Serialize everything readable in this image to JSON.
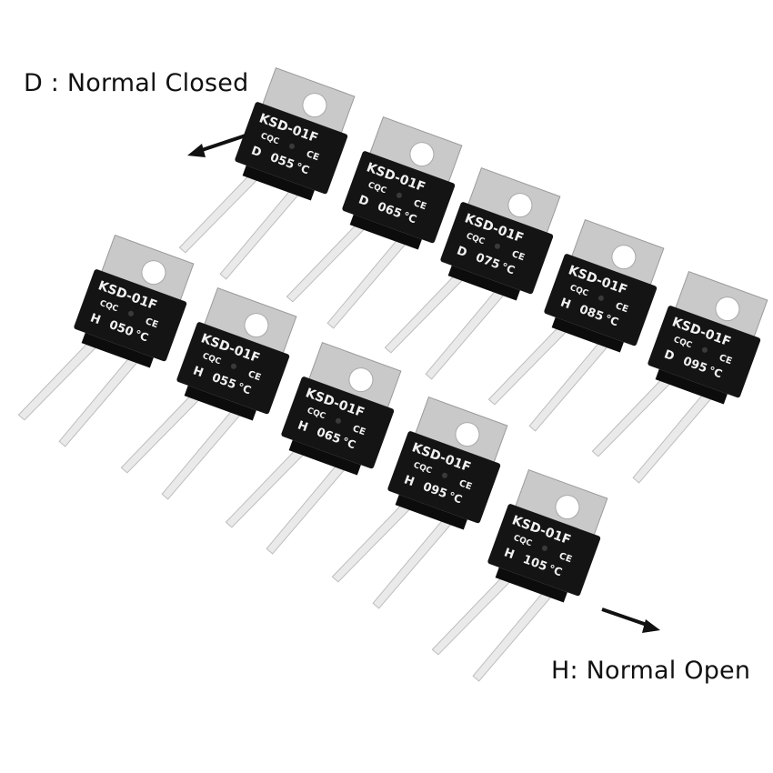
{
  "captions": {
    "normal_closed": "D : Normal Closed",
    "normal_open": "H: Normal Open"
  },
  "component": {
    "model": "KSD-01F",
    "cert_mark": "CQC",
    "ce_mark": "CE",
    "body_color": "#141414",
    "tab_color": "#c9c9c9",
    "lead_color": "#eaeaea"
  },
  "thermostats": [
    {
      "type": "D",
      "temp": "055",
      "unit": "°C"
    },
    {
      "type": "D",
      "temp": "065",
      "unit": "°C"
    },
    {
      "type": "D",
      "temp": "075",
      "unit": "°C"
    },
    {
      "type": "H",
      "temp": "085",
      "unit": "°C"
    },
    {
      "type": "D",
      "temp": "095",
      "unit": "°C"
    },
    {
      "type": "H",
      "temp": "050",
      "unit": "°C"
    },
    {
      "type": "H",
      "temp": "055",
      "unit": "°C"
    },
    {
      "type": "H",
      "temp": "065",
      "unit": "°C"
    },
    {
      "type": "H",
      "temp": "095",
      "unit": "°C"
    },
    {
      "type": "H",
      "temp": "105",
      "unit": "°C"
    }
  ]
}
